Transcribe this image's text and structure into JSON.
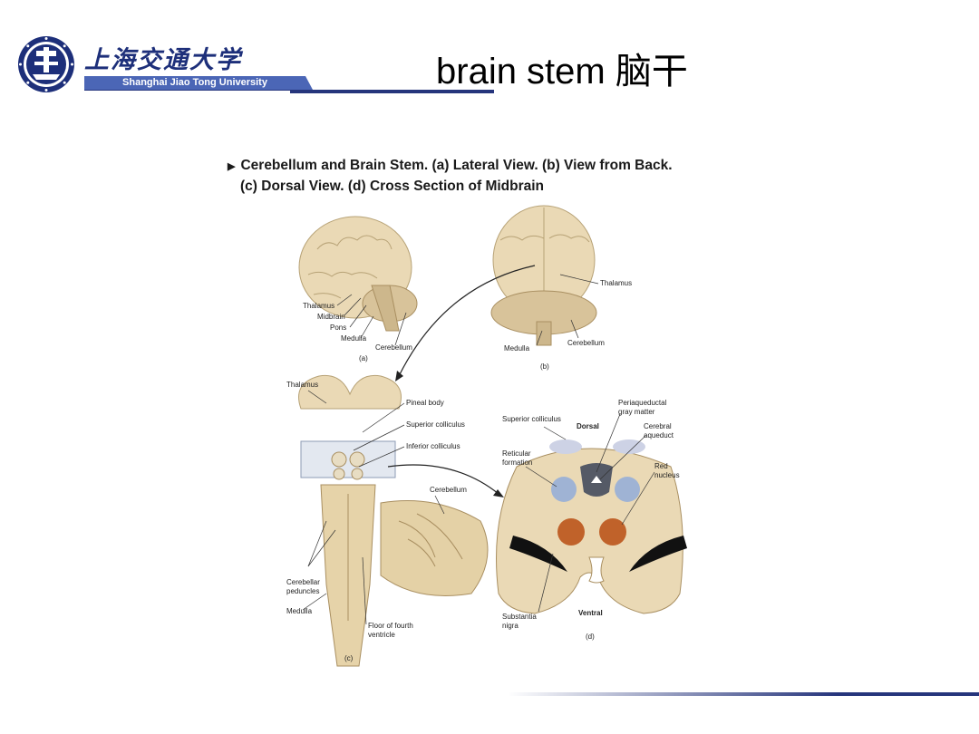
{
  "header": {
    "university_cn": "上海交通大学",
    "university_en": "Shanghai Jiao Tong University",
    "title": "brain stem 脑干"
  },
  "caption": {
    "line1": "Cerebellum and Brain Stem. (a) Lateral View. (b) View from Back.",
    "line2": "(c) Dorsal View. (d) Cross Section of Midbrain"
  },
  "figure": {
    "panel_a": {
      "tag": "(a)",
      "labels": [
        "Thalamus",
        "Midbrain",
        "Pons",
        "Medulla",
        "Cerebellum"
      ]
    },
    "panel_b": {
      "tag": "(b)",
      "labels": [
        "Thalamus",
        "Medulla",
        "Cerebellum"
      ]
    },
    "panel_c": {
      "tag": "(c)",
      "labels": [
        "Thalamus",
        "Pineal body",
        "Superior colliculus",
        "Inferior colliculus",
        "Cerebellum",
        "Cerebellar",
        "peduncles",
        "Medulla",
        "Floor of fourth",
        "ventricle"
      ]
    },
    "panel_d": {
      "tag": "(d)",
      "labels": [
        "Superior colliculus",
        "Dorsal",
        "Periaqueductal",
        "gray matter",
        "Cerebral",
        "aqueduct",
        "Reticular",
        "formation",
        "Red",
        "nucleus",
        "Substantia",
        "nigra",
        "Ventral"
      ]
    }
  },
  "colors": {
    "brand_blue": "#26357c",
    "banner_blue": "#4b66b6",
    "tissue": "#ead9b5",
    "red_nucleus": "#c0622a",
    "gray_matter": "#555a66",
    "reticular": "#9fb3d4"
  }
}
